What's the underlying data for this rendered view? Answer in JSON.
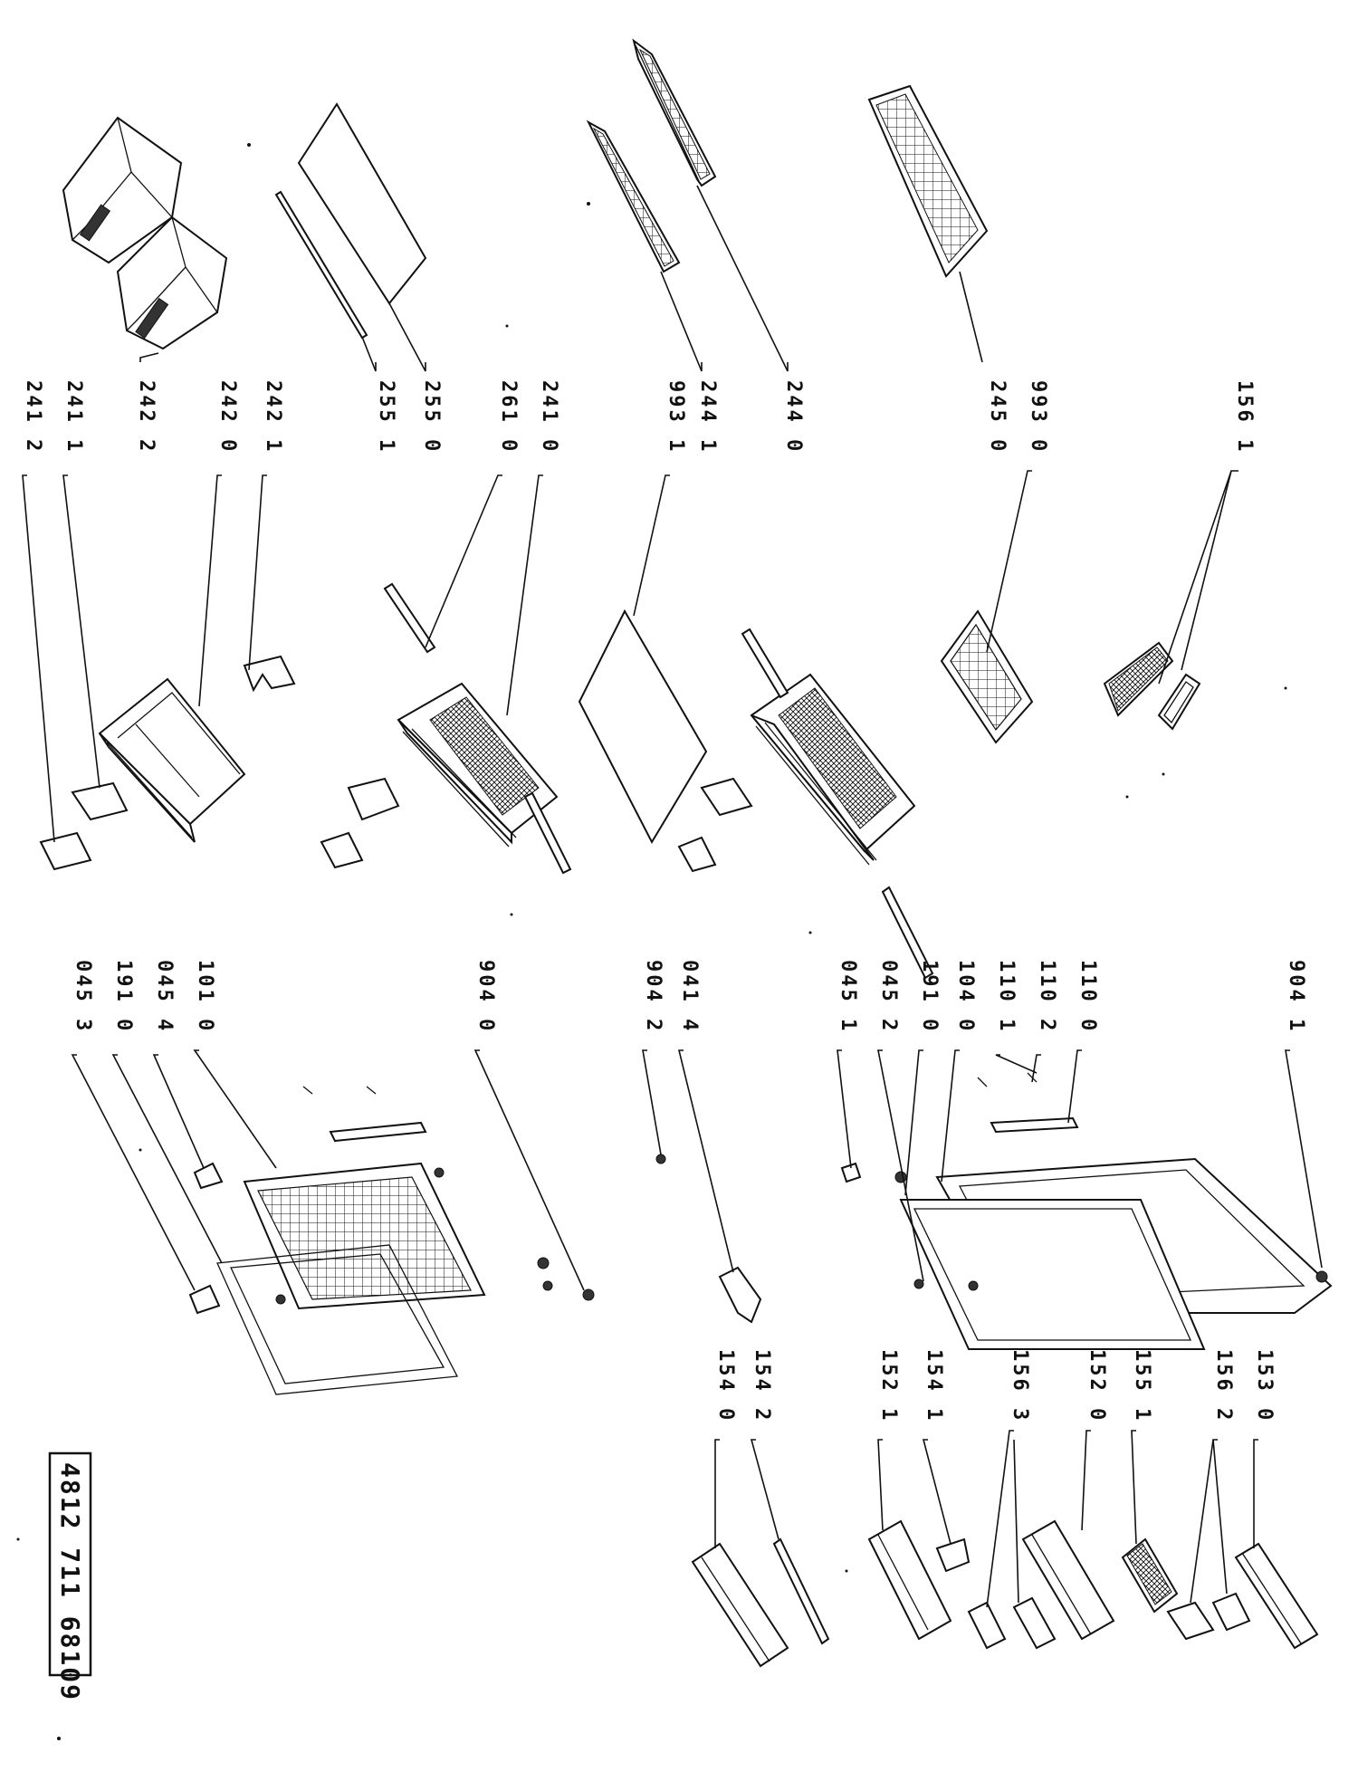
{
  "labels": {
    "l156_1": "156 1",
    "l993_0": "993 0",
    "l245_0": "245 0",
    "l244_0": "244 0",
    "l244_1": "244 1",
    "l993_1": "993 1",
    "l241_0": "241 0",
    "l261_0": "261 0",
    "l255_0": "255 0",
    "l255_1": "255 1",
    "l242_1": "242 1",
    "l242_0": "242 0",
    "l242_2": "242 2",
    "l241_1": "241 1",
    "l241_2": "241 2",
    "l904_1": "904 1",
    "l110_0": "110 0",
    "l110_2": "110 2",
    "l110_1": "110 1",
    "l104_0": "104 0",
    "l191_0a": "191 0",
    "l045_2": "045 2",
    "l045_1": "045 1",
    "l041_4": "041 4",
    "l904_2": "904 2",
    "l904_0": "904 0",
    "l101_0": "101 0",
    "l045_4": "045 4",
    "l191_0b": "191 0",
    "l045_3": "045 3",
    "l153_0": "153 0",
    "l156_2": "156 2",
    "l155_1": "155 1",
    "l152_0": "152 0",
    "l156_3": "156 3",
    "l154_1": "154 1",
    "l152_1": "152 1",
    "l154_2": "154 2",
    "l154_0": "154 0"
  },
  "drawing_code": "4812 711 68109"
}
